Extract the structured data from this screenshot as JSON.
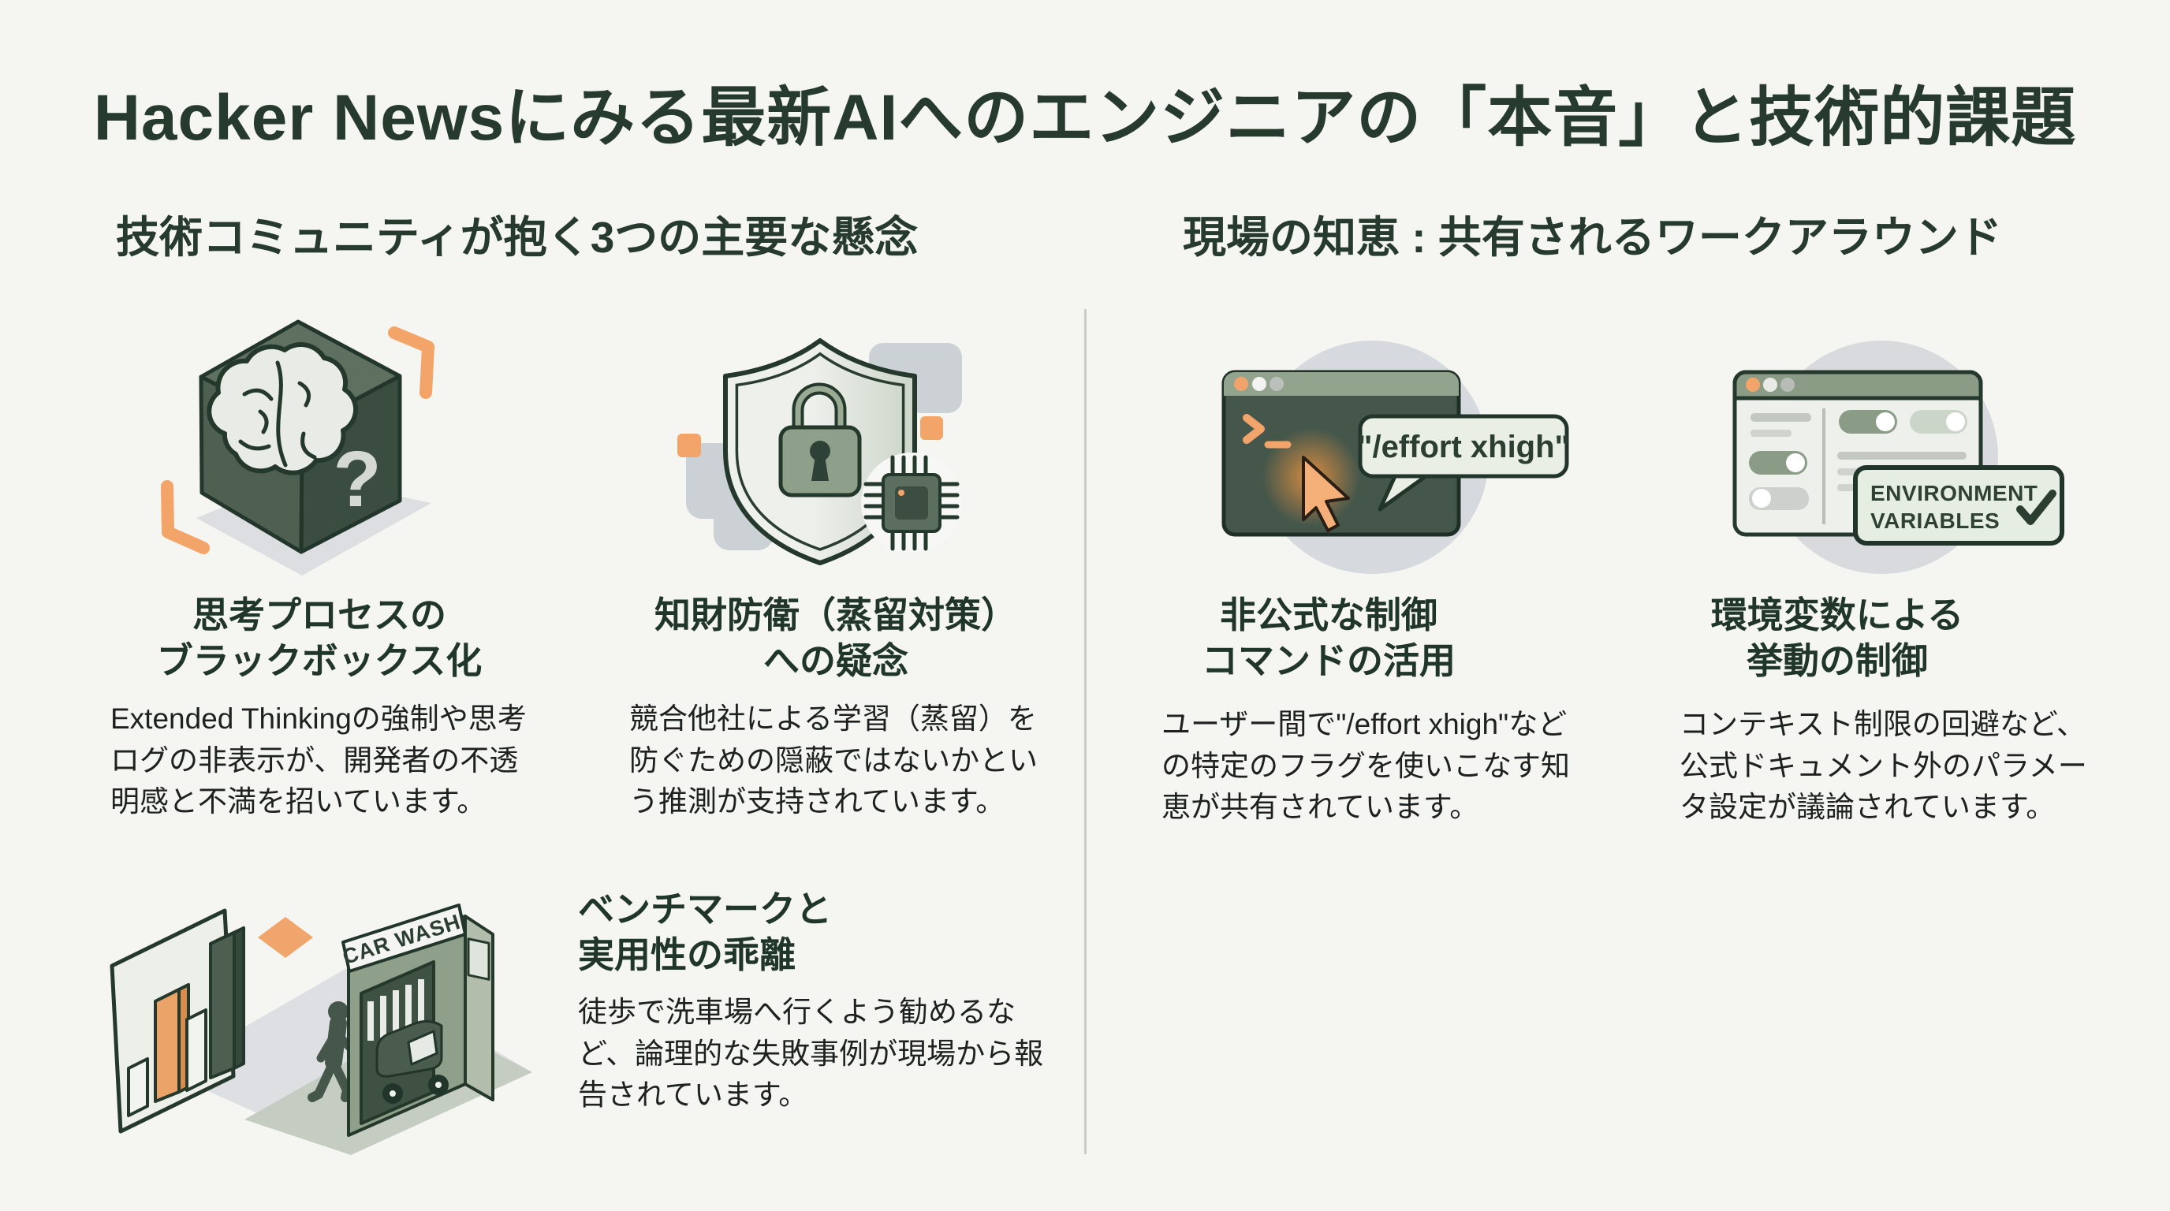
{
  "page": {
    "title": "Hacker Newsにみる最新AIへのエンジニアの「本音」と技術的課題",
    "colors": {
      "background": "#f5f6f1",
      "heading_green": "#263a2d",
      "body_text": "#1d211f",
      "accent_orange": "#f0a56d",
      "sage_green": "#8b9c86",
      "dark_panel_green": "#45574b",
      "light_sage": "#e9efe5",
      "shadow_gray": "#d8dade"
    }
  },
  "sections": {
    "left": {
      "heading": "技術コミュニティが抱く3つの主要な懸念",
      "items": [
        {
          "icon": "blackbox-cube-brain-icon",
          "cube_glyph": "?",
          "title": "思考プロセスの\nブラックボックス化",
          "body": "Extended Thinkingの強制や思考ログの非表示が、開発者の不透明感と不満を招いています。"
        },
        {
          "icon": "shield-lock-chip-icon",
          "title": "知財防衛（蒸留対策）\nへの疑念",
          "body": "競合他社による学習（蒸留）を防ぐための隠蔽ではないかという推測が支持されています。"
        },
        {
          "icon": "benchmark-carwash-illustration",
          "carwash_sign": "CAR WASH",
          "title": "ベンチマークと\n実用性の乖離",
          "body": "徒歩で洗車場へ行くよう勧めるなど、論理的な失敗事例が現場から報告されています。"
        }
      ]
    },
    "right": {
      "heading": "現場の知恵 : 共有されるワークアラウンド",
      "items": [
        {
          "icon": "terminal-cursor-icon",
          "bubble": "\"/effort xhigh\"",
          "title": "非公式な制御\nコマンドの活用",
          "body": "ユーザー間で\"/effort xhigh\"などの特定のフラグを使いこなす知恵が共有されています。"
        },
        {
          "icon": "environment-variables-window-icon",
          "label_line1": "ENVIRONMENT",
          "label_line2": "VARIABLES",
          "title": "環境変数による\n挙動の制御",
          "body": "コンテキスト制限の回避など、公式ドキュメント外のパラメータ設定が議論されています。"
        }
      ]
    }
  }
}
